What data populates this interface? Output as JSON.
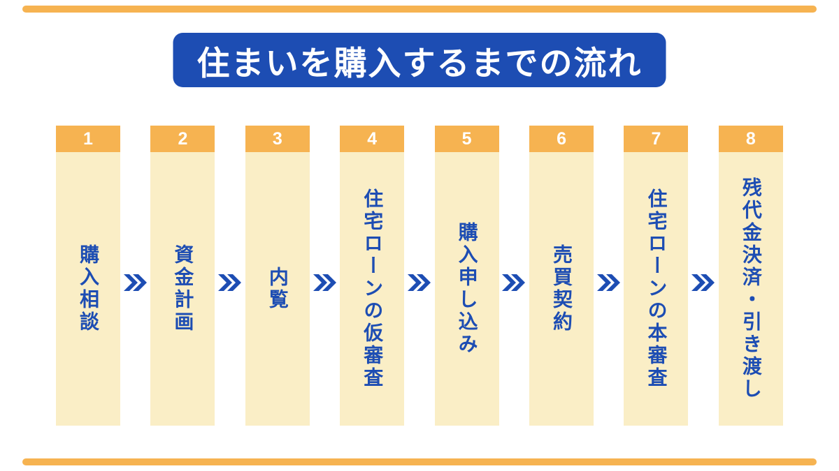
{
  "title": "住まいを購入するまでの流れ",
  "steps": [
    {
      "number": "1",
      "label": "購入相談"
    },
    {
      "number": "2",
      "label": "資金計画"
    },
    {
      "number": "3",
      "label": "内覧"
    },
    {
      "number": "4",
      "label": "住宅ローンの仮審査"
    },
    {
      "number": "5",
      "label": "購入申し込み"
    },
    {
      "number": "6",
      "label": "売買契約"
    },
    {
      "number": "7",
      "label": "住宅ローンの本審査"
    },
    {
      "number": "8",
      "label": "残代金決済・引き渡し"
    }
  ],
  "colors": {
    "primary_blue": "#1d4db3",
    "accent_orange": "#f6b351",
    "panel_cream": "#faeec6",
    "background": "#ffffff"
  }
}
